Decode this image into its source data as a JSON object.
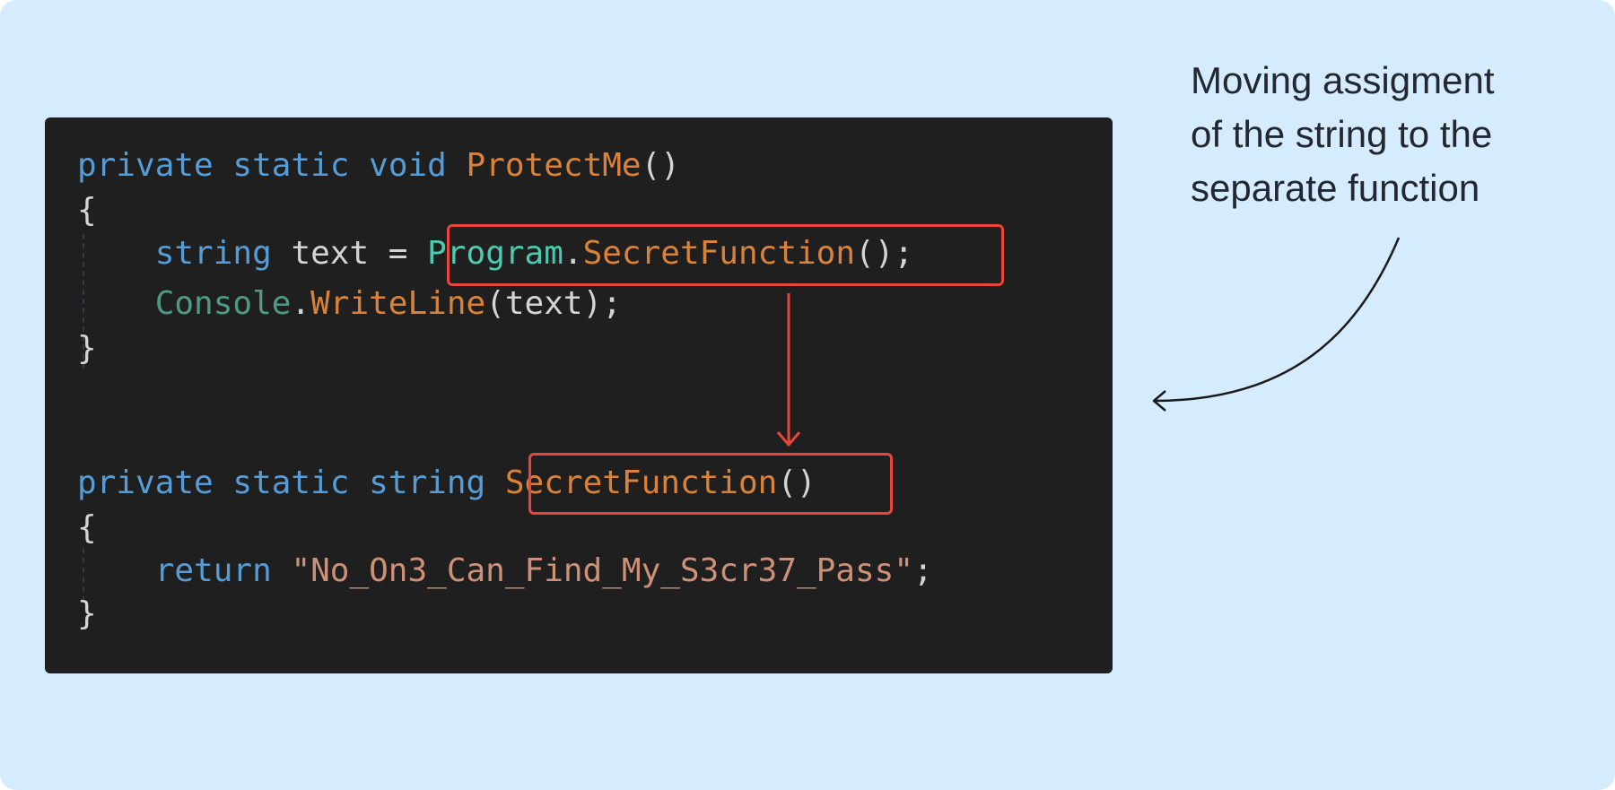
{
  "annotation": {
    "lines": [
      "Moving assigment",
      "of the string to the",
      "separate function"
    ]
  },
  "code": {
    "line1": {
      "kw1": "private",
      "kw2": "static",
      "kw3": "void",
      "fn": "ProtectMe",
      "rest": "()"
    },
    "line2": {
      "brace": "{"
    },
    "line3": {
      "kw": "string",
      "var": "text =",
      "cls": "Program",
      "dot": ".",
      "fn": "SecretFunction",
      "rest": "();"
    },
    "line4": {
      "cls": "Console",
      "dot": ".",
      "fn": "WriteLine",
      "rest": "(text);"
    },
    "line5": {
      "brace": "}"
    },
    "line6": {
      "kw1": "private",
      "kw2": "static",
      "kw3": "string",
      "fn": "SecretFunction",
      "rest": "()"
    },
    "line7": {
      "brace": "{"
    },
    "line8": {
      "kw": "return",
      "str": "\"No_On3_Can_Find_My_S3cr37_Pass\"",
      "rest": ";"
    },
    "line9": {
      "brace": "}"
    }
  },
  "colors": {
    "background": "#d5ebfe",
    "code_background": "#1f1f1f",
    "keyword": "#569cd6",
    "function": "#d9823a",
    "type": "#4ec9b0",
    "string": "#ce9178",
    "highlight": "#e8453c"
  }
}
